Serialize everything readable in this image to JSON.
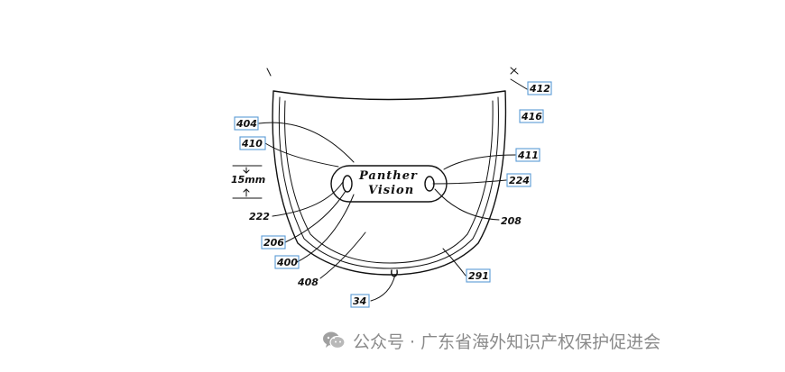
{
  "labels": {
    "l404": "404",
    "l410": "410",
    "l412": "412",
    "l416": "416",
    "l411": "411",
    "l224": "224",
    "l222": "222",
    "l208": "208",
    "l206": "206",
    "l400": "400",
    "l408": "408",
    "l291": "291",
    "l34": "34",
    "dim": "15mm"
  },
  "badge": {
    "line1": "Panther",
    "line2": "Vision"
  },
  "footer": {
    "icon": "wechat-icon",
    "text": "公众号 · 广东省海外知识产权保护促进会"
  }
}
